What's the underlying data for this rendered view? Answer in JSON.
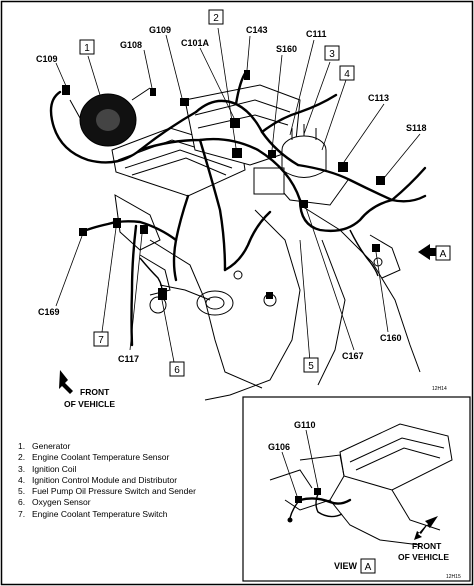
{
  "callouts": {
    "c109": "C109",
    "g108": "G108",
    "g109": "G109",
    "c101a": "C101A",
    "c143": "C143",
    "s160": "S160",
    "c111": "C111",
    "c113": "C113",
    "s118": "S118",
    "c169": "C169",
    "c117": "C117",
    "c160": "C160",
    "c167": "C167"
  },
  "boxes": {
    "b1": "1",
    "b2": "2",
    "b3": "3",
    "b4": "4",
    "b5": "5",
    "b6": "6",
    "b7": "7",
    "view_a": "A",
    "inset_a": "A"
  },
  "front_main": {
    "line1": "FRONT",
    "line2": "OF VEHICLE"
  },
  "figure_code_main": "12H14",
  "legend": [
    {
      "num": "1.",
      "text": "Generator"
    },
    {
      "num": "2.",
      "text": "Engine Coolant Temperature Sensor"
    },
    {
      "num": "3.",
      "text": "Ignition Coil"
    },
    {
      "num": "4.",
      "text": "Ignition Control Module and Distributor"
    },
    {
      "num": "5.",
      "text": "Fuel Pump Oil Pressure Switch and Sender"
    },
    {
      "num": "6.",
      "text": "Oxygen Sensor"
    },
    {
      "num": "7.",
      "text": "Engine Coolant Temperature Switch"
    }
  ],
  "inset": {
    "g110": "G110",
    "g106": "G106",
    "view_label": "VIEW",
    "front": {
      "line1": "FRONT",
      "line2": "OF VEHICLE"
    },
    "figure_code": "12H15"
  }
}
